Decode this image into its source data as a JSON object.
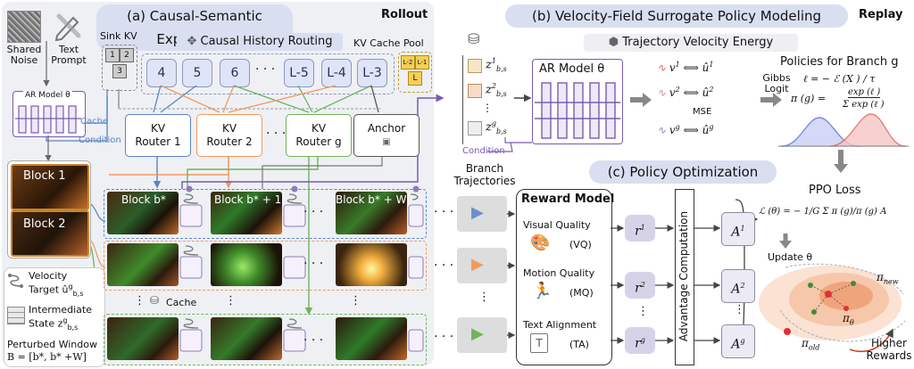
{
  "rollout": {
    "title": "(a) Causal-Semantic Exploration",
    "tag": "Rollout",
    "inputs": {
      "noise": "Shared\nNoise",
      "prompt": "Text\nPrompt"
    },
    "ar_model_label": "AR Model θ",
    "cache_label": "Cache",
    "condition_label": "Condition",
    "sink_kv_label": "Sink KV",
    "sink_cells": [
      "1",
      "2",
      "3"
    ],
    "routing_label": "Causal History Routing",
    "kv_cells": [
      "4",
      "5",
      "6",
      "L-5",
      "L-4",
      "L-3"
    ],
    "kv_cache_pool_label": "KV Cache Pool",
    "pool_cells": [
      "L-2",
      "L-1",
      "L"
    ],
    "ellipsis": "· · ·",
    "routers": [
      "KV\nRouter 1",
      "KV\nRouter 2",
      "KV\nRouter g"
    ],
    "anchor_label": "Anchor",
    "blocks": [
      "Block 1",
      "Block 2"
    ],
    "block_headers": [
      "Block b*",
      "Block b* + 1",
      "Block b* + W"
    ],
    "cache_mid_label": "Cache",
    "legend": {
      "velocity": "Velocity\nTarget û",
      "velocity_sup": "g",
      "velocity_sub": "b,s",
      "state": "Intermediate\nState z",
      "state_sup": "g",
      "state_sub": "b,s",
      "window_title": "Perturbed Window",
      "window_formula": "B = [b*, b* +W]"
    }
  },
  "replay": {
    "title": "(b) Velocity-Field Surrogate Policy Modeling",
    "tag": "Replay",
    "ar_model_label": "AR Model θ",
    "trajectory_energy_label": "Trajectory Velocity Energy",
    "states": [
      "z",
      "z",
      "z"
    ],
    "state_sups": [
      "1",
      "2",
      "g"
    ],
    "state_sub": "b,s",
    "condition_label": "Condition",
    "velocity_pairs": [
      {
        "left": "v",
        "sup": "1",
        "right": "û"
      },
      {
        "left": "v",
        "sup": "2",
        "right": "û"
      },
      {
        "left": "v",
        "sup": "g",
        "right": "û"
      }
    ],
    "mse_label": "MSE",
    "gibbs_label": "Gibbs\nLogit",
    "policies_title": "Policies for Branch g",
    "energy_formula": "ℓ = − ℰ (X ) / τ",
    "policy_formula_lhs": "π (g) =",
    "policy_num": "exp (ℓ )",
    "policy_den": "Σ exp (ℓ )"
  },
  "policy": {
    "title": "(c) Policy Optimization",
    "branch_label": "Branch\nTrajectories",
    "reward_model_title": "Reward Model",
    "rewards": [
      {
        "name": "Visual Quality",
        "abbr": "(VQ)"
      },
      {
        "name": "Motion Quality",
        "abbr": "(MQ)"
      },
      {
        "name": "Text Alignment",
        "abbr": "(TA)"
      }
    ],
    "r_labels": [
      "r",
      "r",
      "r"
    ],
    "r_sups": [
      "1",
      "2",
      "g"
    ],
    "advantage_label": "Advantage Computation",
    "a_labels": [
      "A",
      "A",
      "A"
    ],
    "a_sups": [
      "1",
      "2",
      "g"
    ],
    "ppo_title": "PPO Loss",
    "ppo_formula": "ℒ (θ) = − 1/G Σ π (g)/π (g) A",
    "update_label": "Update θ",
    "pi_new": "π",
    "pi_theta": "π",
    "pi_old": "π",
    "higher_rewards": "Higher\nRewards"
  },
  "colors": {
    "router1": "#5b84c4",
    "router2": "#f29a5b",
    "routerg": "#71b35a",
    "anchor": "#555555",
    "accent_purple": "#7a5bb0",
    "header_bg": "#d9dff1",
    "kv_cell": "#dfe5f6",
    "dist_blue": "#5b6fd6",
    "dist_red": "#e0605a"
  }
}
